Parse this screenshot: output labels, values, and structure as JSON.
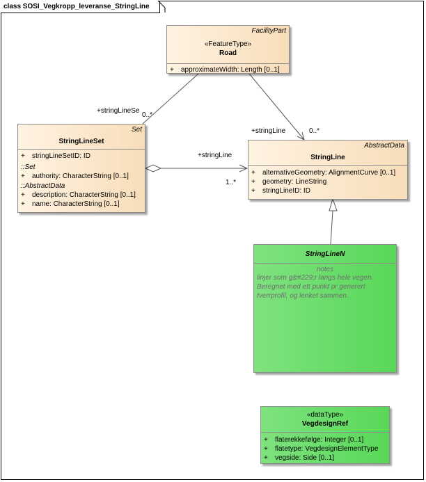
{
  "diagram": {
    "title": "class SOSI_Vegkropp_leveranse_StringLine"
  },
  "classes": {
    "road": {
      "parent": "FacilityPart",
      "stereotype": "«FeatureType»",
      "name": "Road",
      "attributes": [
        {
          "vis": "+",
          "text": "approximateWidth: Length [0..1]"
        }
      ]
    },
    "stringLineSet": {
      "parent": "Set",
      "name": "StringLineSet",
      "attr_main": {
        "vis": "+",
        "text": "stringLineSetID: ID"
      },
      "group_set": "::Set",
      "attr_set": {
        "vis": "+",
        "text": "authority: CharacterString [0..1]"
      },
      "group_abstract": "::AbstractData",
      "attr_abstract": [
        {
          "vis": "+",
          "text": "description: CharacterString [0..1]"
        },
        {
          "vis": "+",
          "text": "name: CharacterString [0..1]"
        }
      ]
    },
    "stringLine": {
      "parent": "AbstractData",
      "name": "StringLine",
      "attributes": [
        {
          "vis": "+",
          "text": "alternativeGeometry: AlignmentCurve [0..1]"
        },
        {
          "vis": "+",
          "text": "geometry: LineString"
        },
        {
          "vis": "+",
          "text": "stringLineID: ID"
        }
      ]
    },
    "stringLineN": {
      "name": "StringLineN",
      "notes_title": "notes",
      "notes": "linjer som g&#229;r langs hele vegen. Beregnet med ett punkt pr generert tverrprofil, og lenket sammen."
    },
    "vegdesignRef": {
      "stereotype": "«dataType»",
      "name": "VegdesignRef",
      "attributes": [
        {
          "vis": "+",
          "text": "flaterekkefølge: Integer [0..1]"
        },
        {
          "vis": "+",
          "text": "flatetype: VegdesignElementType"
        },
        {
          "vis": "+",
          "text": "vegside: Side [0..1]"
        }
      ]
    }
  },
  "associations": {
    "road_set_role": "+stringLineSe",
    "road_set_mult": "0..*",
    "road_line_role": "+stringLine",
    "road_line_mult": "0..*",
    "set_line_role": "+stringLine",
    "set_line_mult": "1..*"
  },
  "colors": {
    "class_fill": "#f8ddb9",
    "note_class_fill": "#58d858",
    "line": "#555555"
  }
}
